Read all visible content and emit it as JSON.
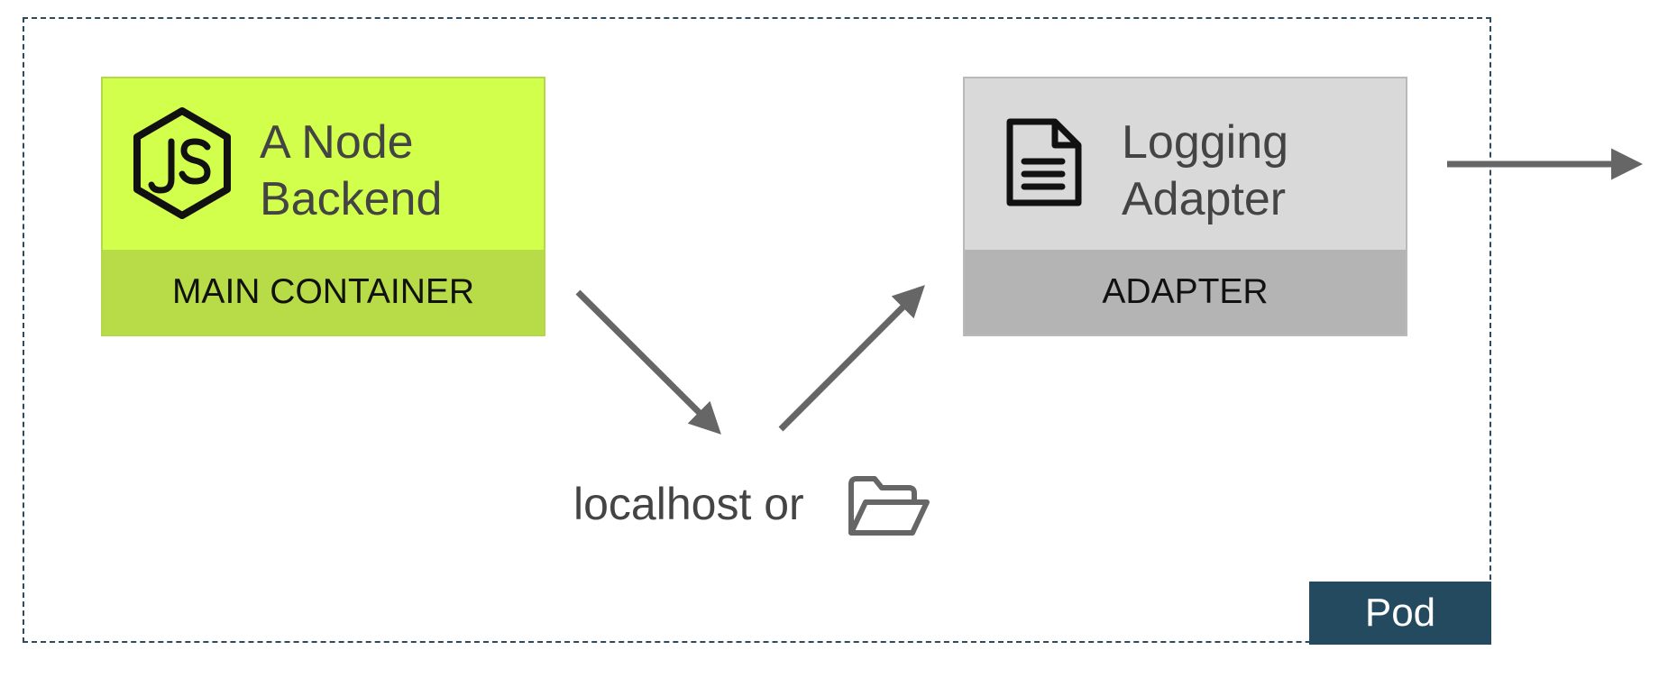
{
  "pod": {
    "label": "Pod",
    "border_color": "#2e4a5e",
    "label_bg": "#234a5e"
  },
  "main_container": {
    "title_line1": "A Node",
    "title_line2": "Backend",
    "role_label": "MAIN CONTAINER",
    "icon": "nodejs-icon",
    "top_color": "#d2ff4c",
    "bottom_color": "#b8dc48"
  },
  "adapter": {
    "title_line1": "Logging",
    "title_line2": "Adapter",
    "role_label": "ADAPTER",
    "icon": "document-icon",
    "top_color": "#d9d9d9",
    "bottom_color": "#b4b4b4"
  },
  "shared": {
    "label": "localhost or",
    "icon": "folder-icon"
  },
  "connectors": [
    {
      "from": "main_container",
      "to": "shared",
      "icon": "arrow-icon"
    },
    {
      "from": "shared",
      "to": "adapter",
      "icon": "arrow-icon"
    },
    {
      "from": "adapter",
      "to": "outside",
      "icon": "arrow-icon"
    }
  ],
  "colors": {
    "arrow": "#666666",
    "text": "#444444"
  }
}
